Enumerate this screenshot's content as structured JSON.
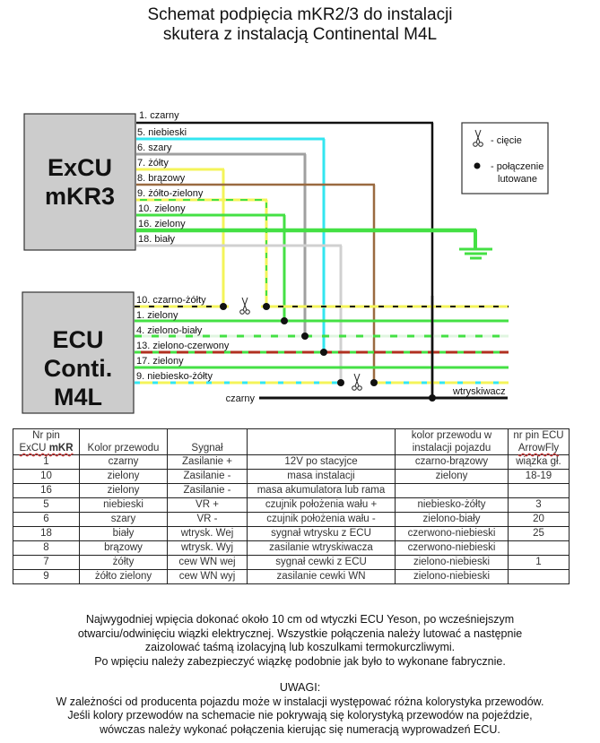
{
  "title": [
    "Schemat podpięcia mKR2/3 do instalacji",
    "skutera z instalacją Continental M4L"
  ],
  "excu_box": [
    "ExCU",
    "mKR3"
  ],
  "ecu_box": [
    "ECU",
    "Conti.",
    "M4L"
  ],
  "excu_wires": [
    {
      "label": "1. czarny",
      "color": "#000000"
    },
    {
      "label": "5. niebieski",
      "color": "#33e6f0"
    },
    {
      "label": "6. szary",
      "color": "#a0a0a0"
    },
    {
      "label": "7. żółty",
      "color": "#f4f45a"
    },
    {
      "label": "8. brązowy",
      "color": "#9a6a40"
    },
    {
      "label": "9. żółto-zielony",
      "color": "#f4f45a",
      "stripe": "#44e044"
    },
    {
      "label": "10. zielony",
      "color": "#44e044"
    },
    {
      "label": "16. zielony",
      "color": "#44e044"
    },
    {
      "label": "18. biały",
      "color": "#d0d0d0"
    }
  ],
  "ecu_wires": [
    {
      "label": "10. czarno-żółty",
      "color": "#f4f45a",
      "stripe": "#000000"
    },
    {
      "label": "1. zielony",
      "color": "#44e044"
    },
    {
      "label": "4. zielono-biały",
      "color": "#e6f7e6",
      "stripe": "#44e044"
    },
    {
      "label": "13. zielono-czerwony",
      "color": "#b03020",
      "stripe": "#44e044"
    },
    {
      "label": "17. zielony",
      "color": "#44e044"
    },
    {
      "label": "9. niebiesko-żółty",
      "color": "#f4f45a",
      "stripe": "#33e6f0"
    }
  ],
  "black_wire_label": "czarny",
  "injector_label": "wtryskiwacz",
  "legend": {
    "cut_label": "- cięcie",
    "solder_label_1": "- połączenie",
    "solder_label_2": "lutowane"
  },
  "table": {
    "headers": {
      "pin_line1": "Nr pin",
      "pin_line2a": "ExCU ",
      "pin_line2b": "mKR",
      "color": "Kolor przewodu",
      "signal": "Sygnał",
      "desc": "",
      "vehicle_color_1": "kolor przewodu w",
      "vehicle_color_2": "instalacji pojazdu",
      "ecu_pin_1": "nr pin ECU",
      "ecu_pin_2": "ArrowFly"
    },
    "rows": [
      {
        "pin": "1",
        "color": "czarny",
        "signal": "Zasilanie +",
        "desc": "12V po stacyjce",
        "vehicle": "czarno-brązowy",
        "ecu": "wiązka gł."
      },
      {
        "pin": "10",
        "color": "zielony",
        "signal": "Zasilanie -",
        "desc": "masa instalacji",
        "vehicle": "zielony",
        "ecu": "18-19"
      },
      {
        "pin": "16",
        "color": "zielony",
        "signal": "Zasilanie -",
        "desc": "masa akumulatora lub rama",
        "vehicle": "",
        "ecu": ""
      },
      {
        "pin": "5",
        "color": "niebieski",
        "signal": "VR +",
        "desc": "czujnik położenia wału +",
        "vehicle": "niebiesko-żółty",
        "ecu": "3"
      },
      {
        "pin": "6",
        "color": "szary",
        "signal": "VR -",
        "desc": "czujnik położenia wału -",
        "vehicle": "zielono-biały",
        "ecu": "20"
      },
      {
        "pin": "18",
        "color": "biały",
        "signal": "wtrysk. Wej",
        "desc": "sygnał wtrysku z ECU",
        "vehicle": "czerwono-niebieski",
        "ecu": "25"
      },
      {
        "pin": "8",
        "color": "brązowy",
        "signal": "wtrysk. Wyj",
        "desc": "zasilanie wtryskiwacza",
        "vehicle": "czerwono-niebieski",
        "ecu": ""
      },
      {
        "pin": "7",
        "color": "żółty",
        "signal": "cew WN wej",
        "desc": "sygnał cewki z ECU",
        "vehicle": "zielono-niebieski",
        "ecu": "1"
      },
      {
        "pin": "9",
        "color": "żółto zielony",
        "signal": "cew WN wyj",
        "desc": "zasilanie cewki WN",
        "vehicle": "zielono-niebieski",
        "ecu": ""
      }
    ]
  },
  "note1": [
    "Najwygodniej wpięcia dokonać około 10 cm od wtyczki ECU Yeson, po wcześniejszym",
    "otwarciu/odwinięciu wiązki elektrycznej. Wszystkie połączenia należy lutować a następnie",
    "zaizolować taśmą izolacyjną lub koszulkami termokurczliwymi.",
    "Po wpięciu należy zabezpieczyć wiązkę podobnie jak było to wykonane fabrycznie."
  ],
  "note2": [
    "UWAGI:",
    "W zależności od producenta pojazdu może w instalacji występować różna kolorystyka przewodów.",
    "Jeśli kolory przewodów na schemacie nie pokrywają się kolorystyką przewodów na pojeździe,",
    "wówczas należy wykonać połączenia kierując się numeracją wyprowadzeń ECU."
  ]
}
